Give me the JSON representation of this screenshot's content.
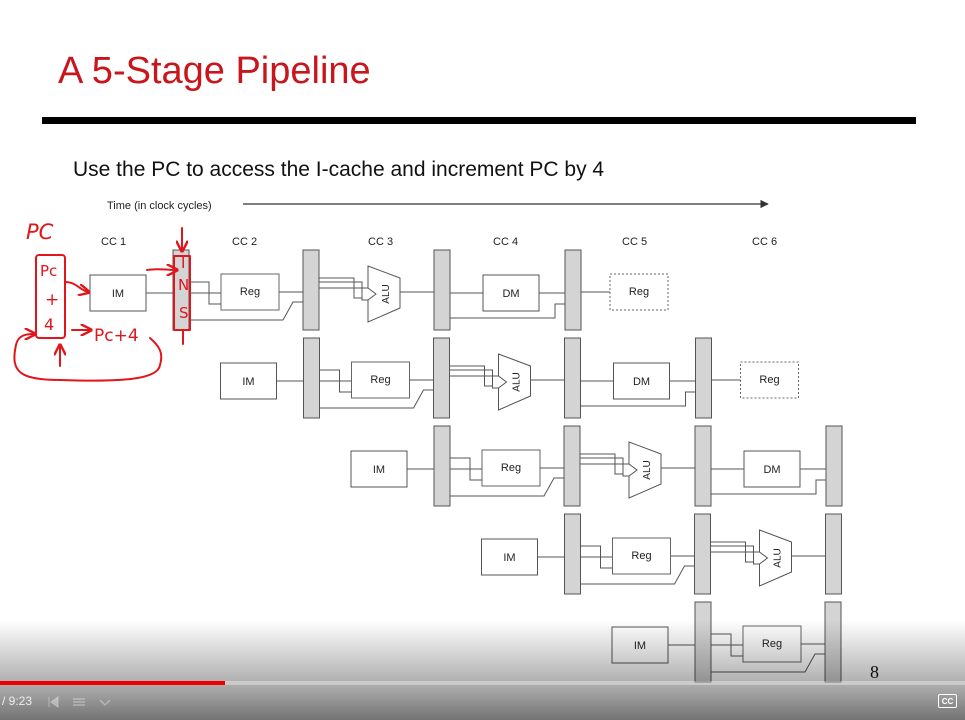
{
  "slide": {
    "title": "A 5-Stage Pipeline",
    "subtitle": "Use the PC to access the I-cache and increment PC by 4",
    "page_number": "8",
    "colors": {
      "title": "#c8161d",
      "annotation": "#e0161c",
      "rule": "#000000"
    }
  },
  "diagram": {
    "time_label": "Time (in clock cycles)",
    "clock_cycles": [
      "CC 1",
      "CC 2",
      "CC 3",
      "CC 4",
      "CC 5",
      "CC 6"
    ],
    "stage_labels": {
      "im": "IM",
      "reg": "Reg",
      "alu": "ALU",
      "dm": "DM"
    },
    "rows": [
      {
        "stages": [
          "IM",
          "Reg",
          "ALU",
          "DM",
          "Reg"
        ]
      },
      {
        "stages": [
          "IM",
          "Reg",
          "ALU",
          "DM",
          "Reg"
        ]
      },
      {
        "stages": [
          "IM",
          "Reg",
          "ALU",
          "DM"
        ]
      },
      {
        "stages": [
          "IM",
          "Reg",
          "ALU"
        ]
      },
      {
        "stages": [
          "IM",
          "Reg"
        ]
      }
    ]
  },
  "annotations": {
    "pc": "PC",
    "pc_box": [
      "Pc",
      "+",
      "4"
    ],
    "pc_plus_4": "Pc+4",
    "ins": [
      "I",
      "N",
      "S"
    ]
  },
  "player": {
    "time_display": "/ 9:23",
    "progress": 0.233,
    "cc_label": "CC",
    "icons": [
      "previous-icon",
      "next-icon",
      "captions-icon"
    ]
  }
}
